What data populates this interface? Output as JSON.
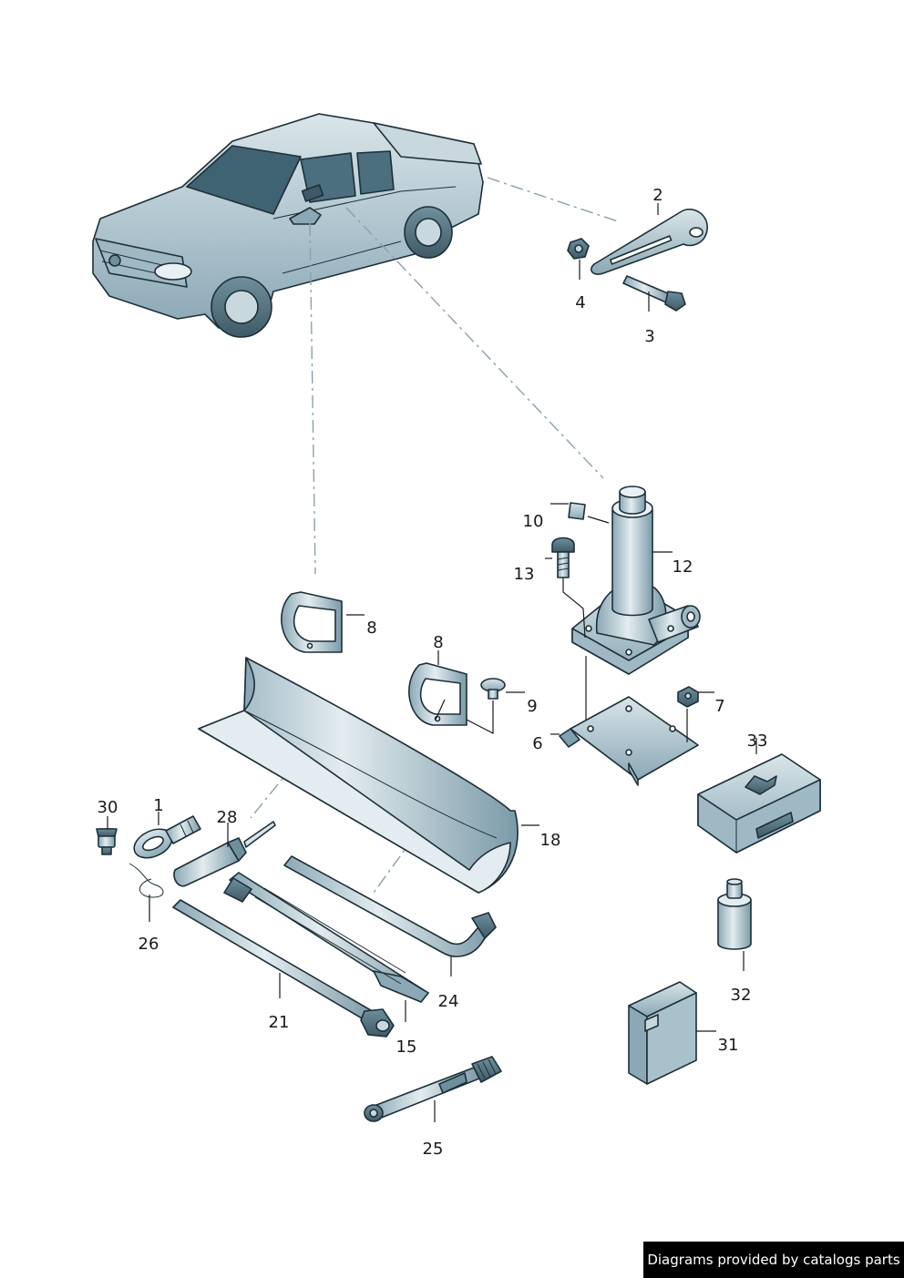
{
  "footer": {
    "text": "Diagrams provided by catalogs parts"
  },
  "callouts": {
    "c1": "1",
    "c2": "2",
    "c3": "3",
    "c4": "4",
    "c6": "6",
    "c7": "7",
    "c8a": "8",
    "c8b": "8",
    "c9": "9",
    "c10": "10",
    "c12": "12",
    "c13": "13",
    "c15": "15",
    "c18": "18",
    "c21": "21",
    "c24": "24",
    "c25": "25",
    "c26": "26",
    "c28": "28",
    "c30": "30",
    "c31": "31",
    "c32": "32",
    "c33": "33"
  },
  "colors": {
    "part_fill": "#b9cdd6",
    "part_shade": "#7fa0ae",
    "outline": "#1d2f38",
    "dash": "#8aa1ad"
  }
}
